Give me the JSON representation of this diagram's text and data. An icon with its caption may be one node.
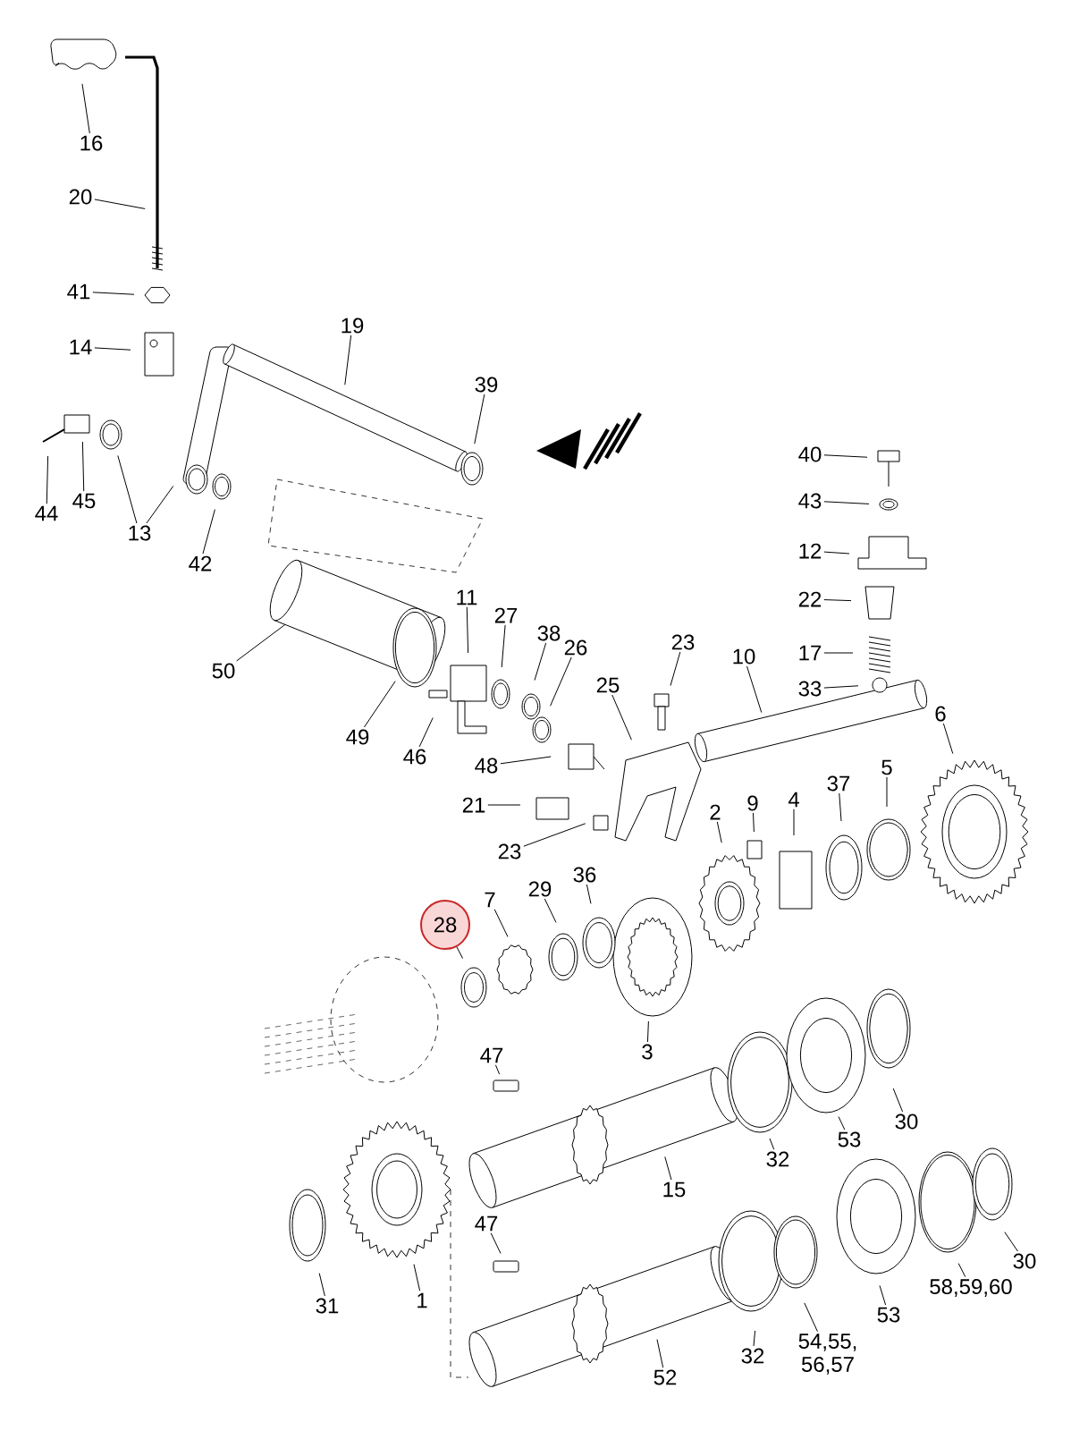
{
  "diagram": {
    "nodes": [
      {
        "text": [
          "16"
        ]
      },
      {
        "text": [
          "20"
        ]
      },
      {
        "text": [
          "41"
        ]
      },
      {
        "text": [
          "14"
        ]
      },
      {
        "text": [
          "19"
        ]
      },
      {
        "text": [
          "39"
        ]
      },
      {
        "text": [
          "40"
        ]
      },
      {
        "text": [
          "45"
        ]
      },
      {
        "text": [
          "44"
        ]
      },
      {
        "text": [
          "43"
        ]
      },
      {
        "text": [
          "13"
        ]
      },
      {
        "text": [
          "12"
        ]
      },
      {
        "text": [
          "42"
        ]
      },
      {
        "text": [
          "11"
        ]
      },
      {
        "text": [
          "22"
        ]
      },
      {
        "text": [
          "27"
        ]
      },
      {
        "text": [
          "38"
        ]
      },
      {
        "text": [
          "23"
        ]
      },
      {
        "text": [
          "26"
        ]
      },
      {
        "text": [
          "17"
        ]
      },
      {
        "text": [
          "10"
        ]
      },
      {
        "text": [
          "50"
        ]
      },
      {
        "text": [
          "25"
        ]
      },
      {
        "text": [
          "33"
        ]
      },
      {
        "text": [
          "6"
        ]
      },
      {
        "text": [
          "49"
        ]
      },
      {
        "text": [
          "46"
        ]
      },
      {
        "text": [
          "48"
        ]
      },
      {
        "text": [
          "5"
        ]
      },
      {
        "text": [
          "37"
        ]
      },
      {
        "text": [
          "4"
        ]
      },
      {
        "text": [
          "9"
        ]
      },
      {
        "text": [
          "21"
        ]
      },
      {
        "text": [
          "2"
        ]
      },
      {
        "text": [
          "23"
        ]
      },
      {
        "text": [
          "36"
        ]
      },
      {
        "text": [
          "29"
        ]
      },
      {
        "text": [
          "7"
        ]
      },
      {
        "text": [
          "28"
        ]
      },
      {
        "text": [
          "3"
        ]
      },
      {
        "text": [
          "47"
        ]
      },
      {
        "text": [
          "30"
        ]
      },
      {
        "text": [
          "53"
        ]
      },
      {
        "text": [
          "32"
        ]
      },
      {
        "text": [
          "15"
        ]
      },
      {
        "text": [
          "47"
        ]
      },
      {
        "text": [
          "30"
        ]
      },
      {
        "text": [
          "58,59,60"
        ]
      },
      {
        "text": [
          "31"
        ]
      },
      {
        "text": [
          "1"
        ]
      },
      {
        "text": [
          "53"
        ]
      },
      {
        "text": [
          "54,55, 56,57"
        ]
      },
      {
        "text": [
          "32"
        ]
      },
      {
        "text": [
          "52"
        ]
      }
    ],
    "edges": [
      {
        "from": 0,
        "to": null,
        "arrow": "none"
      },
      {
        "from": 1,
        "to": null,
        "arrow": "none"
      },
      {
        "from": 2,
        "to": null,
        "arrow": "none"
      },
      {
        "from": 3,
        "to": null,
        "arrow": "none"
      },
      {
        "from": 4,
        "to": null,
        "arrow": "none"
      },
      {
        "from": 5,
        "to": null,
        "arrow": "none"
      },
      {
        "from": 6,
        "to": null,
        "arrow": "none"
      },
      {
        "from": 7,
        "to": null,
        "arrow": "none"
      },
      {
        "from": 8,
        "to": null,
        "arrow": "none"
      },
      {
        "from": 9,
        "to": null,
        "arrow": "none"
      },
      {
        "from": 10,
        "to": null,
        "arrow": "none"
      },
      {
        "from": 10,
        "to": null,
        "arrow": "none"
      },
      {
        "from": 11,
        "to": null,
        "arrow": "none"
      },
      {
        "from": 12,
        "to": null,
        "arrow": "none"
      },
      {
        "from": 13,
        "to": null,
        "arrow": "none"
      },
      {
        "from": 14,
        "to": null,
        "arrow": "none"
      },
      {
        "from": 15,
        "to": null,
        "arrow": "none"
      },
      {
        "from": 16,
        "to": null,
        "arrow": "none"
      },
      {
        "from": 17,
        "to": null,
        "arrow": "none"
      },
      {
        "from": 18,
        "to": null,
        "arrow": "none"
      },
      {
        "from": 19,
        "to": null,
        "arrow": "none"
      },
      {
        "from": 20,
        "to": null,
        "arrow": "none"
      },
      {
        "from": 21,
        "to": null,
        "arrow": "none"
      },
      {
        "from": 22,
        "to": null,
        "arrow": "none"
      },
      {
        "from": 23,
        "to": null,
        "arrow": "none"
      },
      {
        "from": 24,
        "to": null,
        "arrow": "none"
      },
      {
        "from": 25,
        "to": null,
        "arrow": "none"
      },
      {
        "from": 26,
        "to": null,
        "arrow": "none"
      },
      {
        "from": 27,
        "to": null,
        "arrow": "none"
      },
      {
        "from": 28,
        "to": null,
        "arrow": "none"
      },
      {
        "from": 29,
        "to": null,
        "arrow": "none"
      },
      {
        "from": 30,
        "to": null,
        "arrow": "none"
      },
      {
        "from": 31,
        "to": null,
        "arrow": "none"
      },
      {
        "from": 32,
        "to": null,
        "arrow": "none"
      },
      {
        "from": 33,
        "to": null,
        "arrow": "none"
      },
      {
        "from": 34,
        "to": null,
        "arrow": "none"
      },
      {
        "from": 35,
        "to": null,
        "arrow": "none"
      },
      {
        "from": 36,
        "to": null,
        "arrow": "none"
      },
      {
        "from": 37,
        "to": null,
        "arrow": "none"
      },
      {
        "from": 38,
        "to": null,
        "arrow": "none"
      },
      {
        "from": 39,
        "to": null,
        "arrow": "none"
      },
      {
        "from": 40,
        "to": null,
        "arrow": "none"
      },
      {
        "from": 41,
        "to": null,
        "arrow": "none"
      },
      {
        "from": 42,
        "to": null,
        "arrow": "none"
      },
      {
        "from": 43,
        "to": null,
        "arrow": "none"
      },
      {
        "from": 44,
        "to": null,
        "arrow": "none"
      },
      {
        "from": 45,
        "to": null,
        "arrow": "none"
      },
      {
        "from": 46,
        "to": null,
        "arrow": "none"
      },
      {
        "from": 47,
        "to": null,
        "arrow": "none"
      },
      {
        "from": 48,
        "to": null,
        "arrow": "none"
      },
      {
        "from": 49,
        "to": null,
        "arrow": "none"
      },
      {
        "from": 50,
        "to": null,
        "arrow": "none"
      },
      {
        "from": 51,
        "to": null,
        "arrow": "none"
      },
      {
        "from": 52,
        "to": null,
        "arrow": "none"
      },
      {
        "from": 53,
        "to": null,
        "arrow": "none"
      }
    ]
  }
}
